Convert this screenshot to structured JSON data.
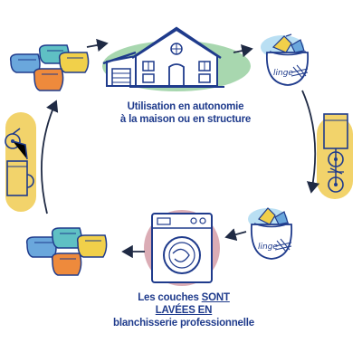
{
  "captions": {
    "top_line1": "Utilisation en autonomie",
    "top_line2": "à la maison ou en structure",
    "bottom_line1_plain": "Les couches ",
    "bottom_line1_underlined": "SONT",
    "bottom_line2_underlined": "LAVÉES EN",
    "bottom_line3": "blanchisserie professionnelle"
  },
  "bag_label": "linge",
  "colors": {
    "ink": "#1f3b8c",
    "house_blob": "#9fd3a6",
    "washer_blob": "#d7a3ad",
    "delivery_blob": "#f2d36b",
    "bag_blob": "#b9dff3",
    "diaper_blue": "#6aa7dc",
    "diaper_orange": "#ee8a3c",
    "diaper_yellow": "#f1d04a",
    "diaper_teal": "#5fc0c4"
  },
  "icons": [
    "house-icon",
    "laundry-bag-icon",
    "delivery-bike-icon",
    "washing-machine-icon",
    "diaper-stack-icon",
    "cycle-arrow-icon"
  ]
}
